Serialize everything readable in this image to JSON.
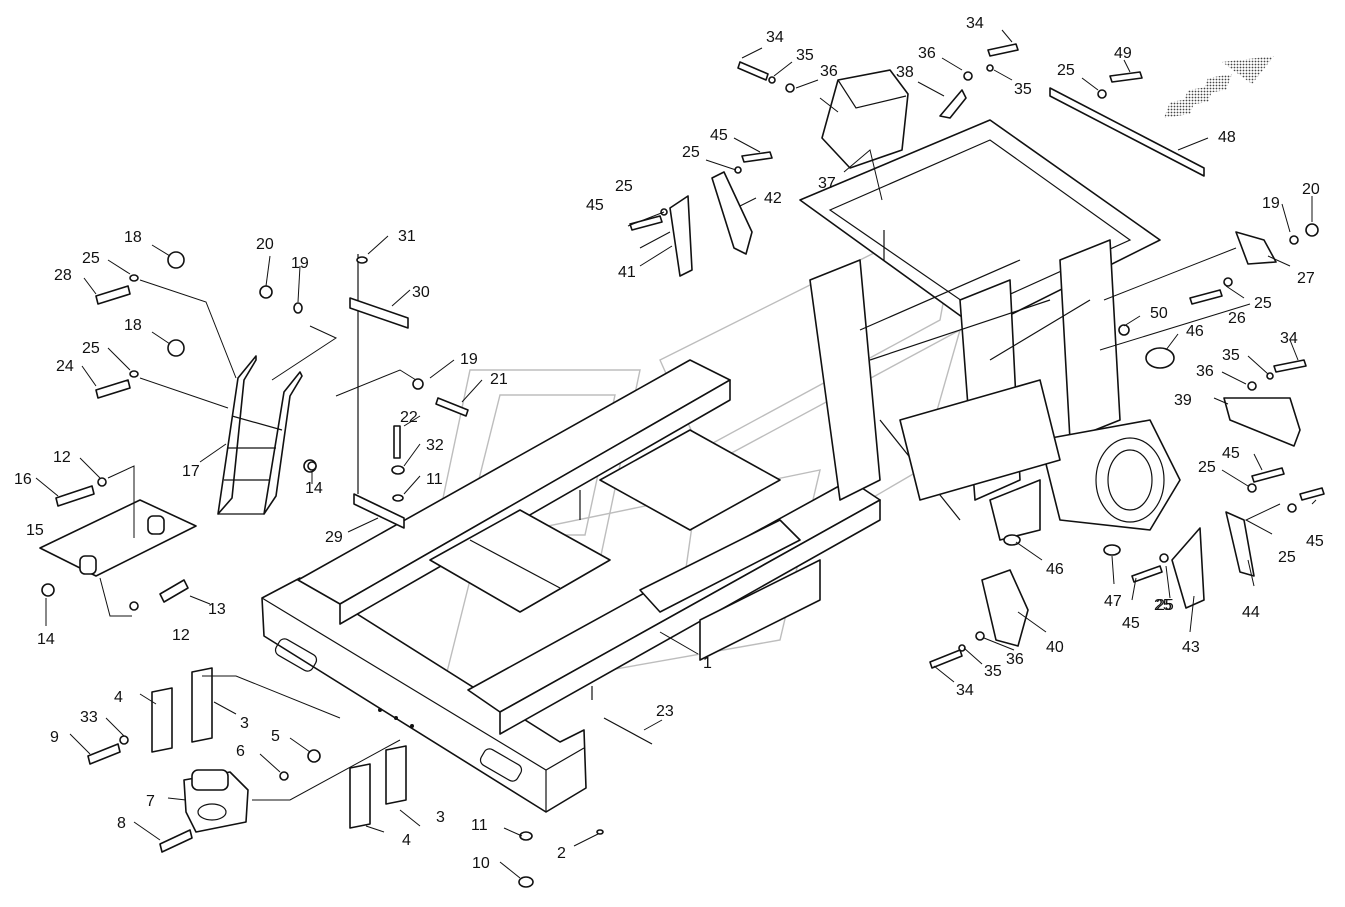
{
  "diagram": {
    "title": "",
    "callout_numbers": [
      "1",
      "2",
      "3",
      "3",
      "4",
      "4",
      "5",
      "6",
      "7",
      "8",
      "9",
      "10",
      "11",
      "11",
      "12",
      "12",
      "13",
      "14",
      "14",
      "15",
      "16",
      "17",
      "18",
      "18",
      "19",
      "19",
      "19",
      "20",
      "20",
      "21",
      "22",
      "23",
      "24",
      "25",
      "25",
      "25",
      "25",
      "25",
      "25",
      "25",
      "25",
      "25",
      "25",
      "26",
      "27",
      "28",
      "29",
      "30",
      "31",
      "32",
      "33",
      "34",
      "34",
      "34",
      "34",
      "35",
      "35",
      "35",
      "35",
      "36",
      "36",
      "36",
      "36",
      "37",
      "38",
      "39",
      "40",
      "41",
      "42",
      "43",
      "44",
      "45",
      "45",
      "45",
      "45",
      "45",
      "46",
      "46",
      "47",
      "48",
      "49",
      "50"
    ]
  }
}
